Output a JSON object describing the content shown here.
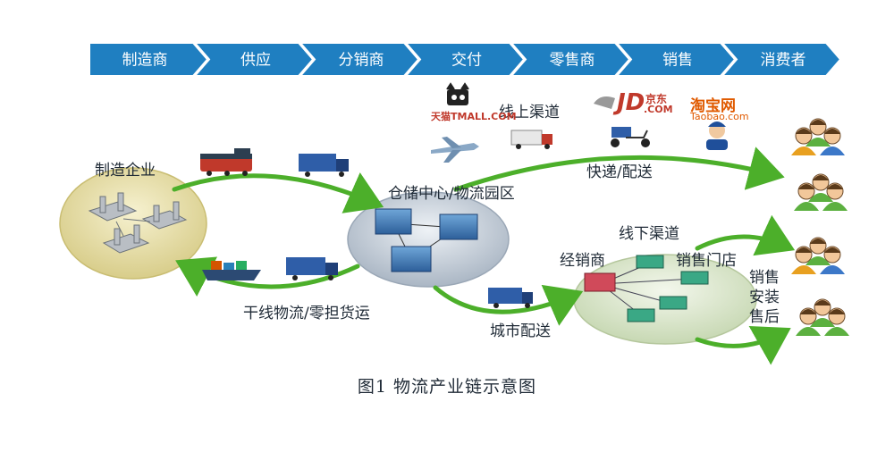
{
  "chain": {
    "steps": [
      "制造商",
      "供应",
      "分销商",
      "交付",
      "零售商",
      "销售",
      "消费者"
    ],
    "color": "#1f7fc1"
  },
  "labels": {
    "manufacturer": "制造企业",
    "warehouse": "仓储中心/物流园区",
    "online_channel": "线上渠道",
    "express": "快递/配送",
    "offline_channel": "线下渠道",
    "distributor": "经销商",
    "store": "销售门店",
    "trunk": "干线物流/零担货运",
    "city": "城市配送",
    "after_sale": [
      "销售",
      "安装",
      "售后"
    ]
  },
  "logos": {
    "tmall": "天猫TMALL.COM",
    "jd_main": "JD",
    "jd_cn": "京东",
    "jd_com": ".COM",
    "taobao_cn": "淘宝网",
    "taobao_en": "Taobao.com"
  },
  "caption": "图1    物流产业链示意图",
  "colors": {
    "arrow": "#4caf2a",
    "manufacturer_ellipse": "#e7dfa8",
    "warehouse_ellipse": "#c9d2dc",
    "offline_ellipse": "#dde8cf"
  }
}
